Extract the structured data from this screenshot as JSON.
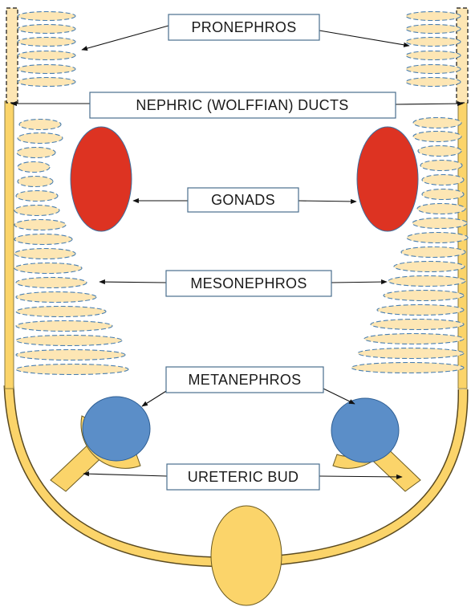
{
  "labels": {
    "pronephros": "PRONEPHROS",
    "nephric_ducts": "NEPHRIC (WOLFFIAN) DUCTS",
    "gonads": "GONADS",
    "mesonephros": "MESONEPHROS",
    "metanephros": "METANEPHROS",
    "ureteric_bud": "URETERIC BUD"
  },
  "colors": {
    "duct_yellow": "#fbd46a",
    "tubule_fill": "#fde6b4",
    "tubule_stroke": "#4a7fb0",
    "gonad_red": "#dd3322",
    "metanephros_blue": "#5b8ec8",
    "box_border": "#4a6f8e"
  }
}
